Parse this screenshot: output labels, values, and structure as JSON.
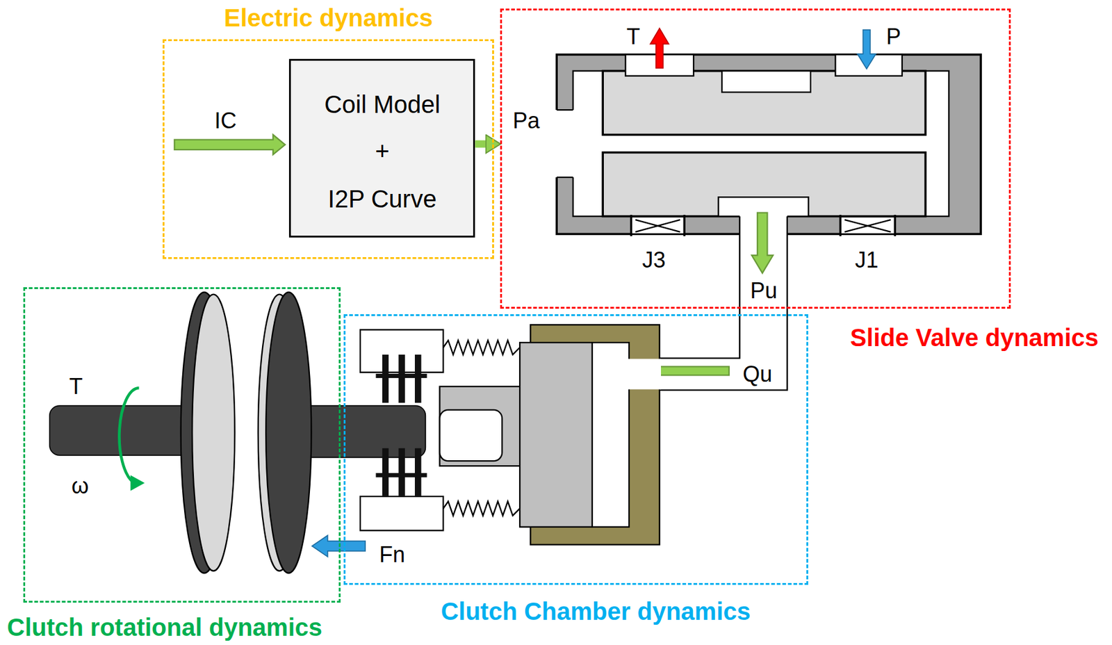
{
  "diagram": {
    "nodes": [
      {
        "text": [
          "Electric dynamics"
        ]
      },
      {
        "text": [
          "Coil Model",
          "+",
          "I2P Curve"
        ],
        "in": 0
      },
      {
        "text": [
          "Slide Valve dynamics"
        ]
      },
      {
        "text": [
          "Clutch Chamber dynamics"
        ]
      },
      {
        "text": [
          "Clutch rotational dynamics"
        ]
      }
    ],
    "edges": [
      {
        "from": 1,
        "to": 2,
        "arrow": "to",
        "label": "Pa"
      }
    ],
    "labels": [
      "IC",
      "T",
      "P",
      "J3",
      "J1",
      "Pu",
      "Qu",
      "T",
      "ω",
      "Fn"
    ]
  }
}
